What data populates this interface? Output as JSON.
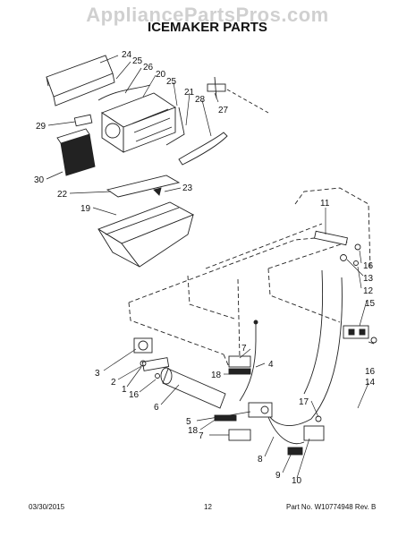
{
  "watermark": "AppliancePartsPros.com",
  "title": "ICEMAKER PARTS",
  "callouts": {
    "c24": "24",
    "c25a": "25",
    "c26": "26",
    "c20": "20",
    "c25b": "25",
    "c21": "21",
    "c28": "28",
    "c27": "27",
    "c29": "29",
    "c30": "30",
    "c22": "22",
    "c23": "23",
    "c19": "19",
    "c11": "11",
    "c16a": "16",
    "c13": "13",
    "c12": "12",
    "c15": "15",
    "c16b": "16",
    "c14": "14",
    "c3": "3",
    "c2": "2",
    "c1": "1",
    "c16c": "16",
    "c6": "6",
    "c7a": "7",
    "c18a": "18",
    "c4": "4",
    "c17": "17",
    "c5": "5",
    "c18b": "18",
    "c7b": "7",
    "c8": "8",
    "c9": "9",
    "c10": "10"
  },
  "footer": {
    "date": "03/30/2015",
    "page": "12",
    "part_no": "Part No. W10774948 Rev. B"
  }
}
